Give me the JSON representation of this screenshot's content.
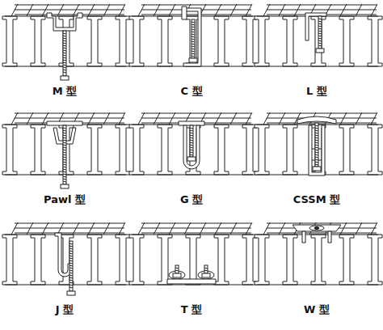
{
  "diagram": {
    "labels": [
      "M 型",
      "C 型",
      "L 型",
      "Pawl 型",
      "G 型",
      "CSSM 型",
      "J 型",
      "T 型",
      "W 型"
    ]
  }
}
